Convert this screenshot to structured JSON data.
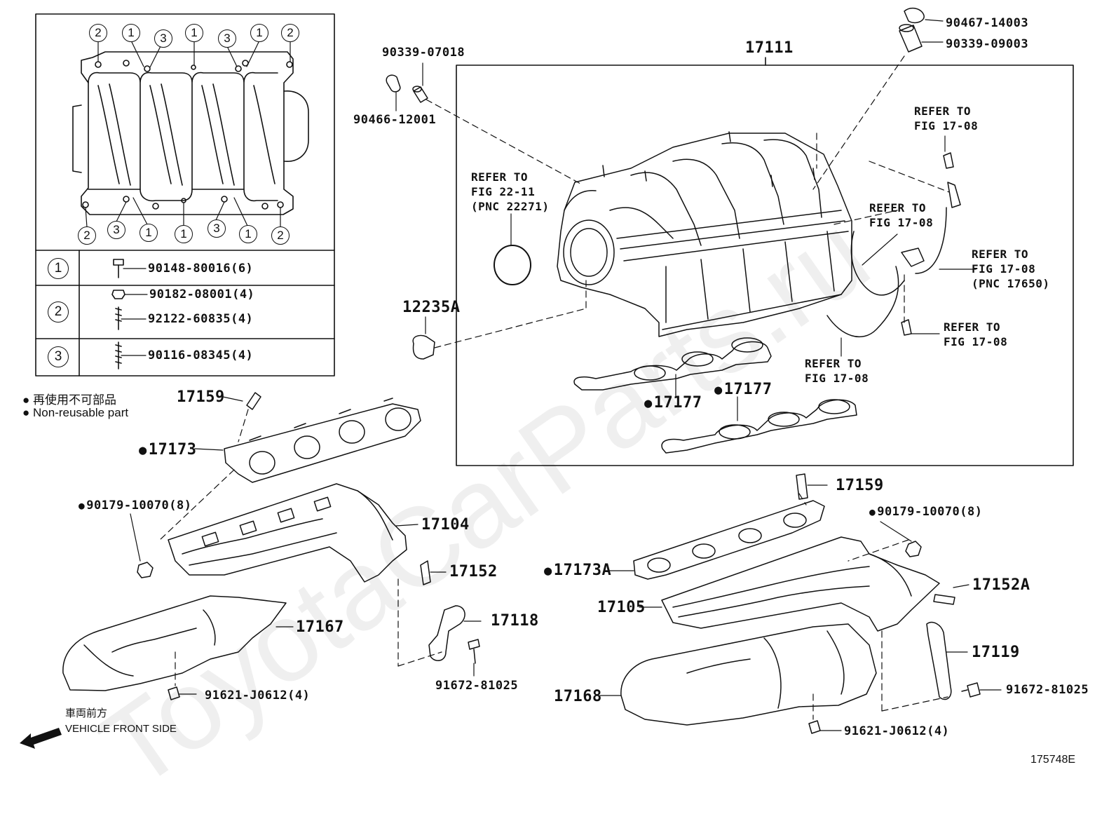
{
  "watermark": "ToyotaCarParts.ru",
  "legend": {
    "jp": "再使用不可部品",
    "en": "Non-reusable part"
  },
  "direction": {
    "jp": "車両前方",
    "en": "VEHICLE FRONT SIDE"
  },
  "figure_id": "175748E",
  "inset_table": {
    "rows": [
      {
        "key": "1",
        "parts": [
          "90148-80016(6)"
        ]
      },
      {
        "key": "2",
        "parts": [
          "90182-08001(4)",
          "92122-60835(4)"
        ]
      },
      {
        "key": "3",
        "parts": [
          "90116-08345(4)"
        ]
      }
    ],
    "top_markers": [
      "2",
      "1",
      "3",
      "1",
      "3",
      "1",
      "2"
    ],
    "bottom_markers": [
      "2",
      "3",
      "1",
      "1",
      "3",
      "1",
      "2"
    ]
  },
  "labels": {
    "p17111": "17111",
    "p90467": "90467-14003",
    "p90339_09003": "90339-09003",
    "p90339_07018": "90339-07018",
    "p90466": "90466-12001",
    "refer_fig_22_11": "REFER TO\nFIG 22-11\n(PNC 22271)",
    "refer_fig_17_08_a": "REFER TO\nFIG 17-08",
    "refer_fig_17_08_b": "REFER TO\nFIG 17-08",
    "refer_fig_17_08_c": "REFER TO\nFIG 17-08\n(PNC 17650)",
    "refer_fig_17_08_d": "REFER TO\nFIG 17-08",
    "refer_fig_17_08_e": "REFER TO\nFIG 17-08",
    "p12235A": "12235A",
    "p17177a": "17177",
    "p17177b": "17177",
    "p17159a": "17159",
    "p17173": "17173",
    "p90179a": "90179-10070(8)",
    "p17104": "17104",
    "p17152": "17152",
    "p17167": "17167",
    "p17118": "17118",
    "p91672a": "91672-81025",
    "p91621a": "91621-J0612(4)",
    "p17159b": "17159",
    "p90179b": "90179-10070(8)",
    "p17173A": "17173A",
    "p17152A": "17152A",
    "p17105": "17105",
    "p17119": "17119",
    "p91672b": "91672-81025",
    "p17168": "17168",
    "p91621b": "91621-J0612(4)"
  }
}
